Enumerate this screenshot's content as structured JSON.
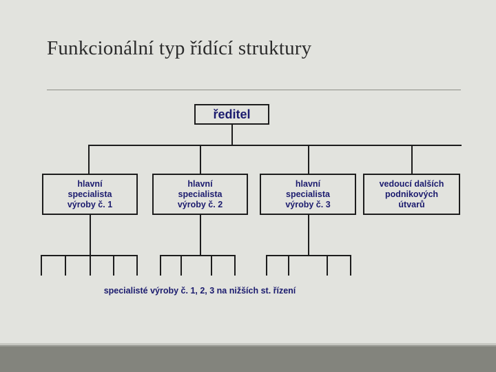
{
  "slide": {
    "title": "Funkcionální typ řídící struktury",
    "background_color": "#e2e3de",
    "title_color": "#2b2b2b",
    "node_text_color": "#1b1b6e",
    "line_color": "#1c1c1c",
    "footer_color": "#83847d"
  },
  "diagram": {
    "type": "org-chart",
    "root": {
      "label": "ředitel"
    },
    "level2": [
      {
        "label": "hlavní\nspecialista\nvýroby č. 1",
        "subordinate_stubs": 5
      },
      {
        "label": "hlavní\nspecialista\nvýroby č. 2",
        "subordinate_stubs": 4
      },
      {
        "label": "hlavní\nspecialista\nvýroby č. 3",
        "subordinate_stubs": 4
      },
      {
        "label": "vedoucí dalších\npodnikových\nútvarů",
        "subordinate_stubs": 0
      }
    ],
    "caption": "specialisté výroby č. 1, 2, 3 na nižších st. řízení"
  }
}
